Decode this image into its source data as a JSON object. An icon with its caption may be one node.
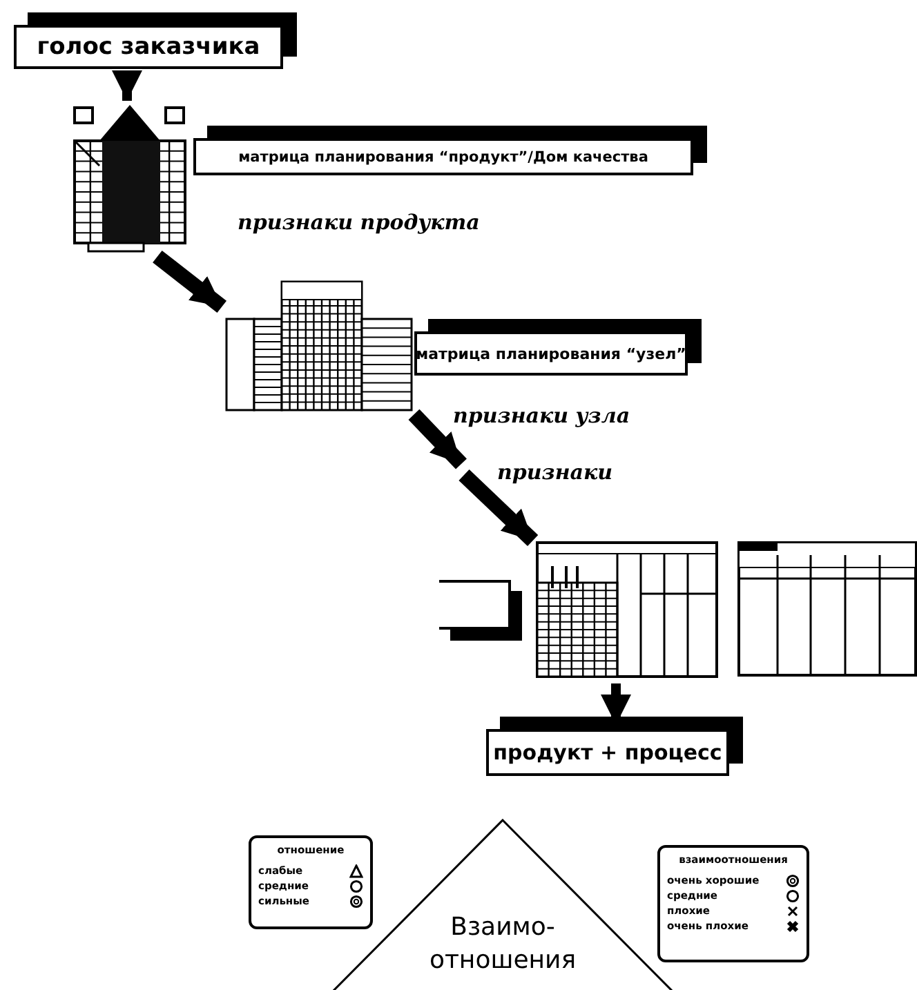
{
  "diagram": {
    "nodes": [
      {
        "text": [
          "голос заказчика"
        ]
      },
      {
        "text": [],
        "shape": "picture"
      },
      {
        "text": [
          "матрица планирования “продукт”/Дом качества"
        ]
      },
      {
        "text": [],
        "shape": "picture"
      },
      {
        "text": [
          "матрица планирования “узел”"
        ]
      },
      {
        "text": [],
        "shape": "picture"
      },
      {
        "text": [],
        "shape": "box"
      },
      {
        "text": [],
        "shape": "picture"
      },
      {
        "text": [
          "продукт + процесс"
        ]
      },
      {
        "text": [
          "Взаимо- отношения"
        ]
      },
      {
        "text": [
          "отношение",
          "слабые",
          "средние",
          "сильные"
        ]
      },
      {
        "text": [
          "взаимоотношения",
          "очень хорошие",
          "средние",
          "плохие",
          "очень плохие"
        ]
      }
    ],
    "edges": [
      {
        "from": 0,
        "to": 1,
        "arrow": "to"
      },
      {
        "from": 1,
        "to": 3,
        "arrow": "to",
        "label": "признаки продукта"
      },
      {
        "from": 3,
        "to": null,
        "arrow": "to",
        "label": "признаки узла"
      },
      {
        "from": null,
        "to": 5,
        "arrow": "to",
        "label": "признаки"
      },
      {
        "from": 5,
        "to": 8,
        "arrow": "to"
      }
    ]
  }
}
